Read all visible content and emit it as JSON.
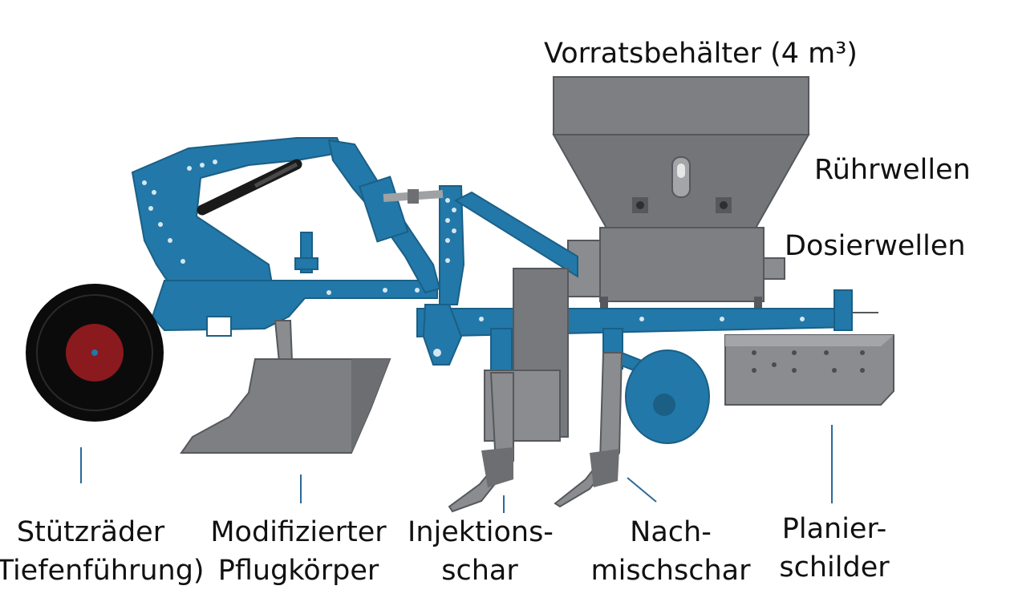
{
  "colors": {
    "frame": "#2278a9",
    "frame_dark": "#1b5f85",
    "steel": "#7d7f82",
    "steel_dark": "#55585c",
    "steel_light": "#a3a5a8",
    "tire": "#0b0b0b",
    "hub": "#8a1a1e",
    "leader": "#2b6a9a"
  },
  "labels": {
    "hopper": "Vorratsbehälter (4 m³)",
    "stirrer": "Rührwellen",
    "metering": "Dosierwellen",
    "wheels_line1": "Stützräder",
    "wheels_line2": "(Tiefenführung)",
    "plough_line1": "Modifizierter",
    "plough_line2": "Pflugkörper",
    "injector_line1": "Injektions-",
    "injector_line2": "schar",
    "mixer_line1": "Nach-",
    "mixer_line2": "mischschar",
    "leveller_line1": "Planier-",
    "leveller_line2": "schilder"
  }
}
